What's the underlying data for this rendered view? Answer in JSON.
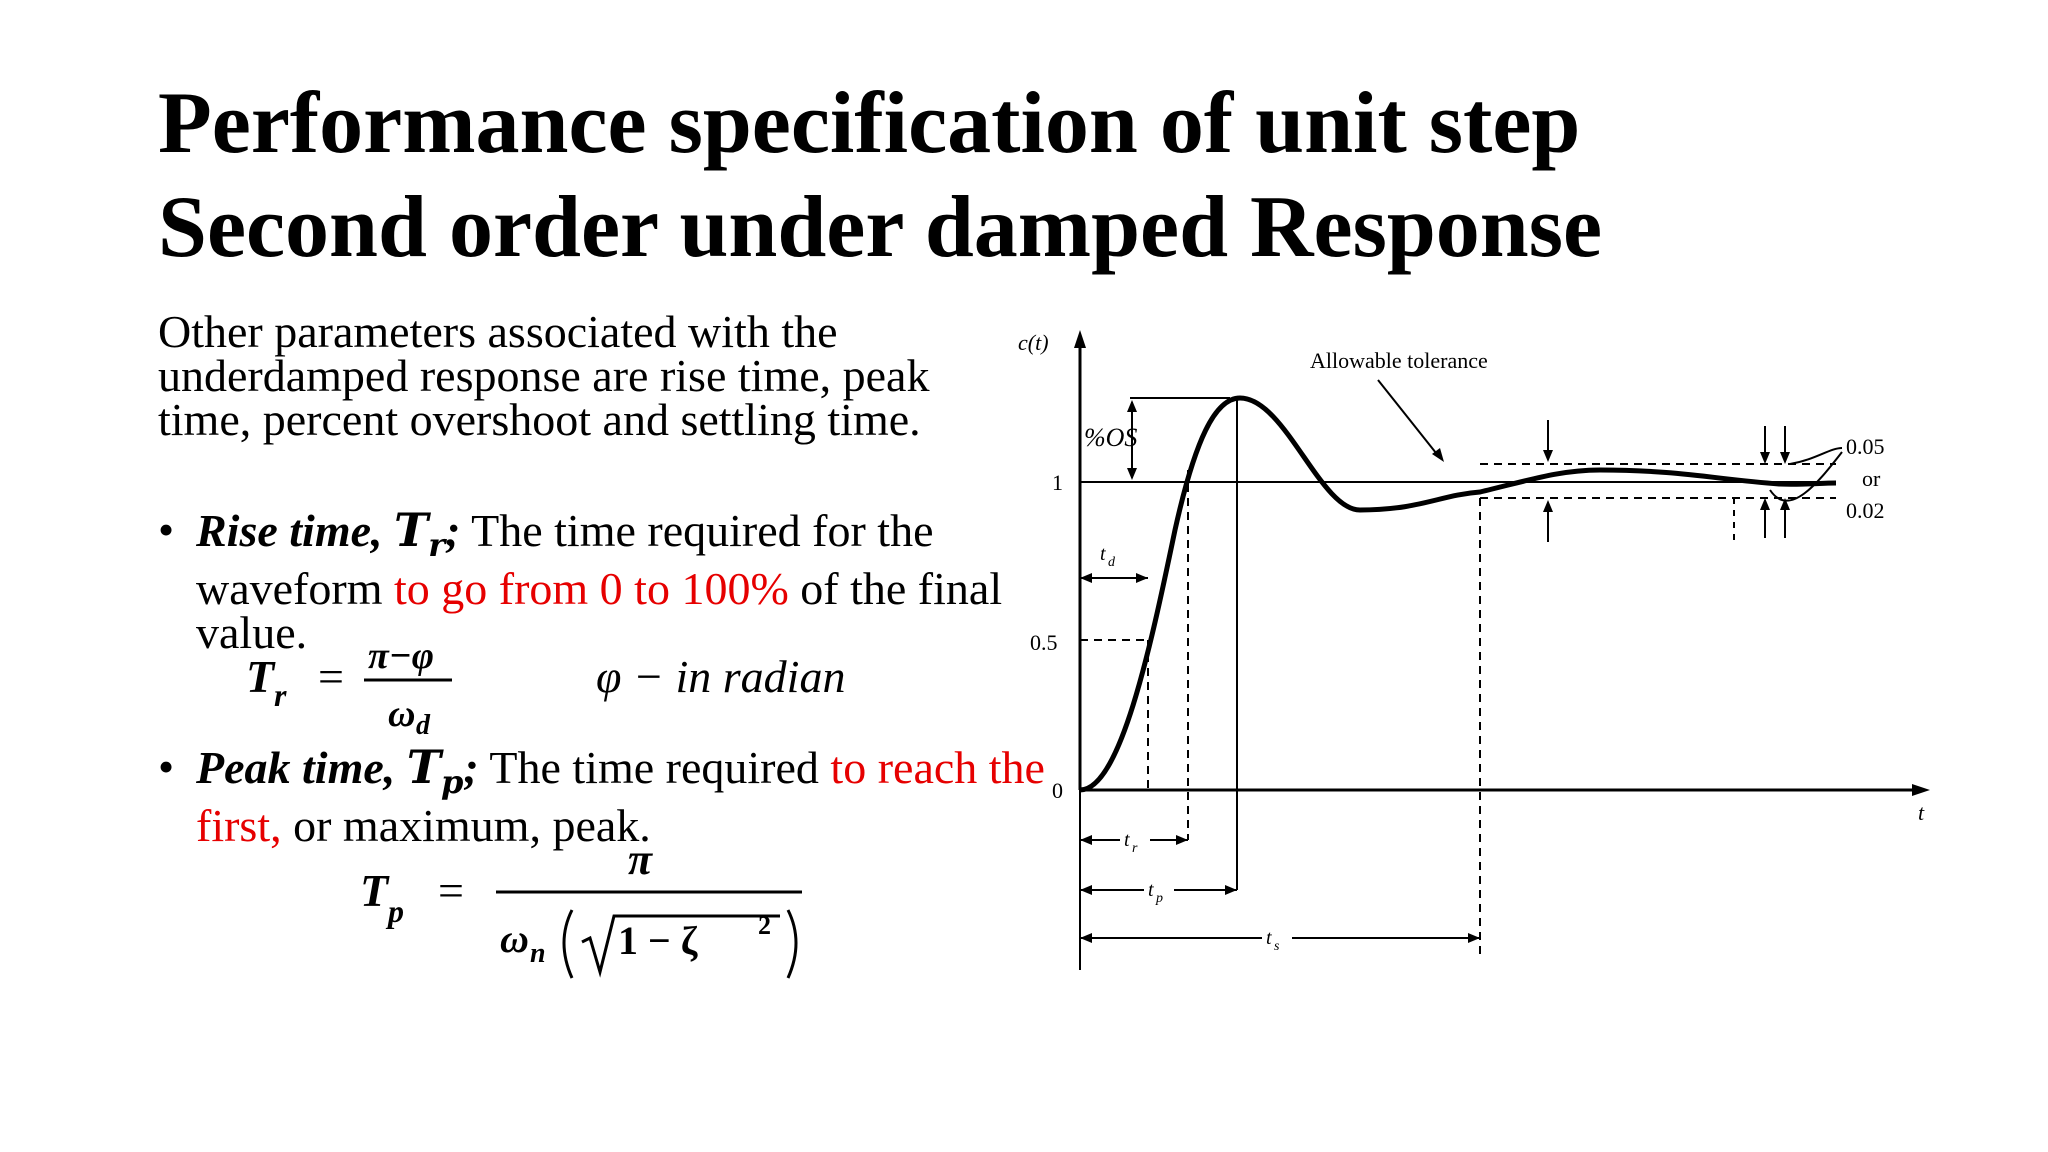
{
  "slide": {
    "title_line1": "Performance specification of unit step",
    "title_line2": "Second order under damped Response",
    "intro": "Other parameters associated with the underdamped response are rise time, peak time, percent overshoot and settling time.",
    "bullet1": {
      "term": "Rise time, ",
      "symbol": "T",
      "sub": "r",
      "sep": ";",
      "text_before": " The time required for the waveform ",
      "highlight": "to go from 0 to 100%",
      "text_after": " of the final value."
    },
    "eq1": {
      "lhs": "T",
      "lhs_sub": "r",
      "equals": "=",
      "numerator": "π−φ",
      "denominator": "ω",
      "denominator_sub": "d",
      "note": "φ − in radian"
    },
    "bullet2": {
      "term": "Peak time, ",
      "symbol": "T",
      "sub": "p",
      "sep": ";",
      "text_before": " The time required ",
      "highlight": "to reach the first,",
      "text_after": " or maximum, peak."
    },
    "eq2": {
      "lhs": "T",
      "lhs_sub": "p",
      "equals": "=",
      "numerator": "π",
      "denominator": "ω",
      "denominator_sub": "n",
      "radicand": "1 − ζ",
      "exponent": "2"
    }
  },
  "figure": {
    "y_axis_label": "c(t)",
    "x_axis_label": "t",
    "y_ticks": [
      "1",
      "0.5",
      "0"
    ],
    "overshoot_label": "%OS",
    "tolerance_label": "Allowable tolerance",
    "tolerance_values": [
      "0.05",
      "or",
      "0.02"
    ],
    "time_labels": {
      "td": "t",
      "td_sub": "d",
      "tr": "t",
      "tr_sub": "r",
      "tp": "t",
      "tp_sub": "p",
      "ts": "t",
      "ts_sub": "s"
    }
  },
  "colors": {
    "highlight": "#e60000",
    "text": "#000000"
  }
}
